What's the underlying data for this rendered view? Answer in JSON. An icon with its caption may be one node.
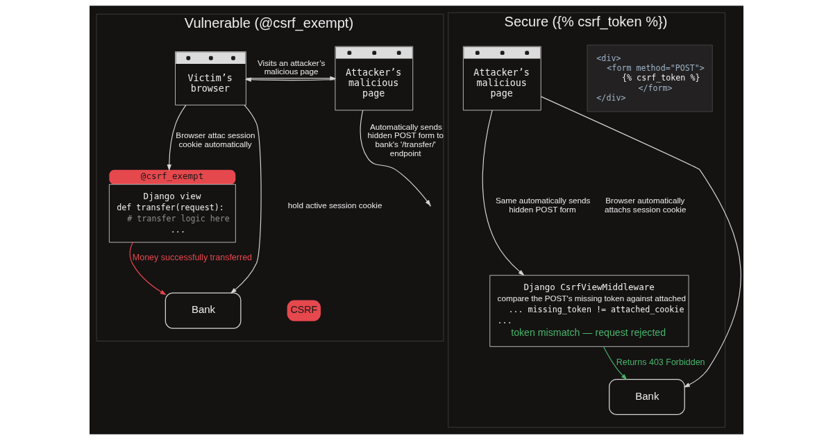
{
  "diagram": {
    "nodes": [
      {
        "text": [
          "Vulnerable (@csrf_exempt)"
        ]
      },
      {
        "text": [
          "Victim’s browser"
        ],
        "in": 0
      },
      {
        "text": [
          "Attacker’s malicious page"
        ],
        "in": 0
      },
      {
        "text": [
          "Django view",
          "def transfer(request):",
          "# transfer logic here",
          "..."
        ],
        "beside": [
          "@csrf_exempt"
        ],
        "in": 0
      },
      {
        "text": [
          "Bank"
        ],
        "in": 0
      },
      {
        "text": [
          "Secure ({% csrf_token %})"
        ]
      },
      {
        "text": [
          "Attacker’s malicious page"
        ],
        "in": 5
      },
      {
        "text": [
          "<div>",
          "<form method=\"POST\">",
          "{% csrf_token %}",
          "</form>",
          "</div>"
        ],
        "in": 5
      },
      {
        "text": [
          "Django CsrfViewMiddleware",
          "compare the POST's missing token against attached",
          "... missing_token != attached_cookie",
          "...",
          "token mismatch — request rejected"
        ],
        "in": 5
      },
      {
        "text": [
          "Bank"
        ],
        "in": 5
      }
    ],
    "edges": [
      {
        "from": 1,
        "to": 2,
        "arrow": "to",
        "label": "Visits an attacker’s malicious page"
      },
      {
        "from": 2,
        "to": null,
        "arrow": "to",
        "label": "Automatically sends hidden POST form to bank's '/transfer/' endpoint"
      },
      {
        "from": 2,
        "to": 1,
        "arrow": "to"
      },
      {
        "from": 1,
        "to": 3,
        "arrow": "to",
        "label": "Browser attac session cookie automatically"
      },
      {
        "from": 1,
        "to": 4,
        "arrow": "to"
      },
      {
        "from": 3,
        "to": 4,
        "arrow": "to",
        "label": "Money successfully transferred",
        "color": "#e5484d"
      },
      {
        "from": 6,
        "to": 9,
        "arrow": "to"
      },
      {
        "from": 6,
        "to": 8,
        "arrow": "to",
        "label": "Same automatically sends hidden POST form"
      },
      {
        "from": 8,
        "to": 9,
        "arrow": "to",
        "label": "Returns 403 Forbidden",
        "color": "#46b46a"
      }
    ],
    "labels": [
      "hold active session cookie",
      "CSRF",
      "Browser automatically attachs session cookie"
    ]
  }
}
